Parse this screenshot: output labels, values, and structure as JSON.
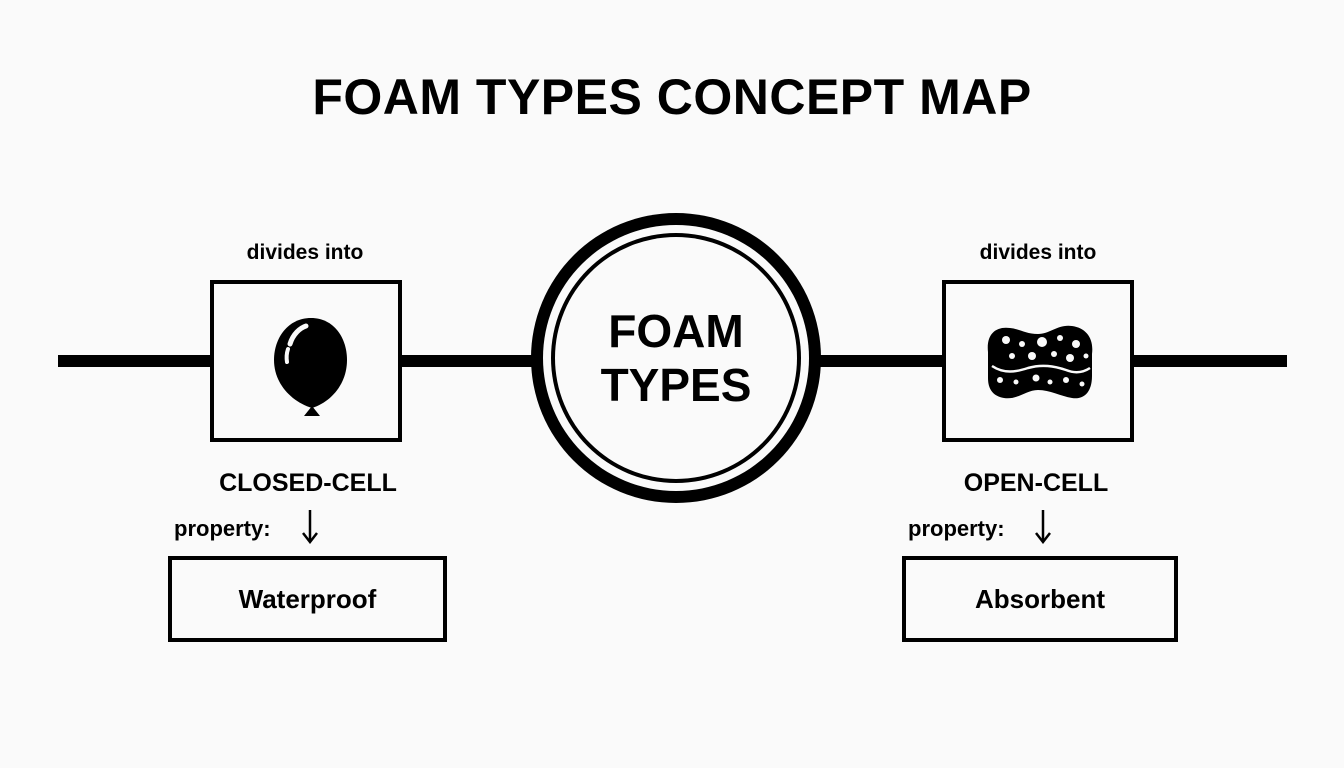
{
  "title": "FOAM TYPES CONCEPT MAP",
  "center": {
    "line1": "FOAM",
    "line2": "TYPES"
  },
  "left": {
    "relation": "divides into",
    "icon": "balloon-icon",
    "type": "CLOSED-CELL",
    "property_label": "property:",
    "property_value": "Waterproof"
  },
  "right": {
    "relation": "divides into",
    "icon": "sponge-icon",
    "type": "OPEN-CELL",
    "property_label": "property:",
    "property_value": "Absorbent"
  },
  "colors": {
    "ink": "#000000",
    "background": "#fafafa"
  }
}
